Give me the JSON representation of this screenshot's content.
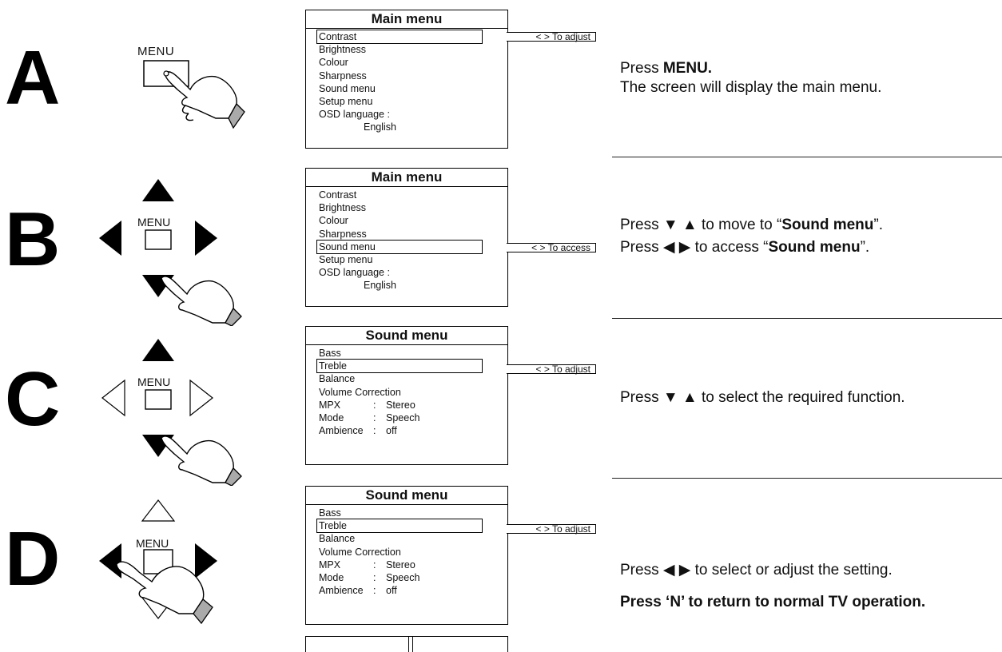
{
  "steps": [
    {
      "letter": "A",
      "osd": {
        "title": "Main menu",
        "items": [
          "Contrast",
          "Brightness",
          "Colour",
          "Sharpness",
          "Sound menu",
          "Setup menu",
          "OSD language :",
          "English"
        ],
        "hint": "< > To adjust"
      },
      "instruction": {
        "line1_prefix": "Press ",
        "line1_bold": "MENU.",
        "line2": "The screen will display the main menu."
      }
    },
    {
      "letter": "B",
      "osd": {
        "title": "Main menu",
        "items": [
          "Contrast",
          "Brightness",
          "Colour",
          "Sharpness",
          "Sound menu",
          "Setup menu",
          "OSD language :",
          "English"
        ],
        "hint": "< > To access"
      },
      "instruction": {
        "line1_prefix": "Press ▼ ▲ to move to “",
        "line1_bold": "Sound menu",
        "line1_suffix": "”.",
        "line2_prefix": "Press ◀ ▶ to access “",
        "line2_bold": "Sound menu",
        "line2_suffix": "”."
      }
    },
    {
      "letter": "C",
      "osd": {
        "title": "Sound menu",
        "items": [
          "Bass",
          "Treble",
          "Balance",
          "Volume Correction"
        ],
        "settings": [
          {
            "key": "MPX",
            "sep": ":",
            "value": "Stereo"
          },
          {
            "key": "Mode",
            "sep": ":",
            "value": "Speech"
          },
          {
            "key": "Ambience",
            "sep": ":",
            "value": "off"
          }
        ],
        "hint": "< > To adjust"
      },
      "instruction": {
        "line1": "Press ▼ ▲ to select the required function."
      }
    },
    {
      "letter": "D",
      "osd": {
        "title": "Sound menu",
        "items": [
          "Bass",
          "Treble",
          "Balance",
          "Volume Correction"
        ],
        "settings": [
          {
            "key": "MPX",
            "sep": ":",
            "value": "Stereo"
          },
          {
            "key": "Mode",
            "sep": ":",
            "value": "Speech"
          },
          {
            "key": "Ambience",
            "sep": ":",
            "value": "off"
          }
        ],
        "hint": "< > To adjust"
      },
      "instruction": {
        "line1": "Press ◀ ▶ to select or adjust the setting.",
        "line2_bold": "Press ‘N’ to return to normal TV operation."
      }
    }
  ],
  "remote": {
    "menu_label": "MENU"
  }
}
